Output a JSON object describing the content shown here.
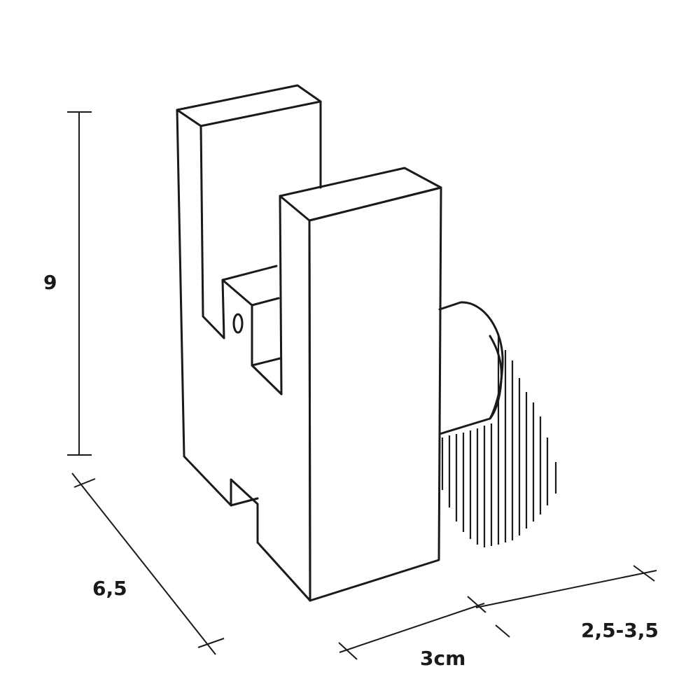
{
  "dimensions": {
    "height": "9",
    "depth": "6,5",
    "width": "3cm",
    "clamp_range": "2,5-3,5"
  },
  "colors": {
    "line": "#1a1a1a",
    "background": "#ffffff"
  }
}
